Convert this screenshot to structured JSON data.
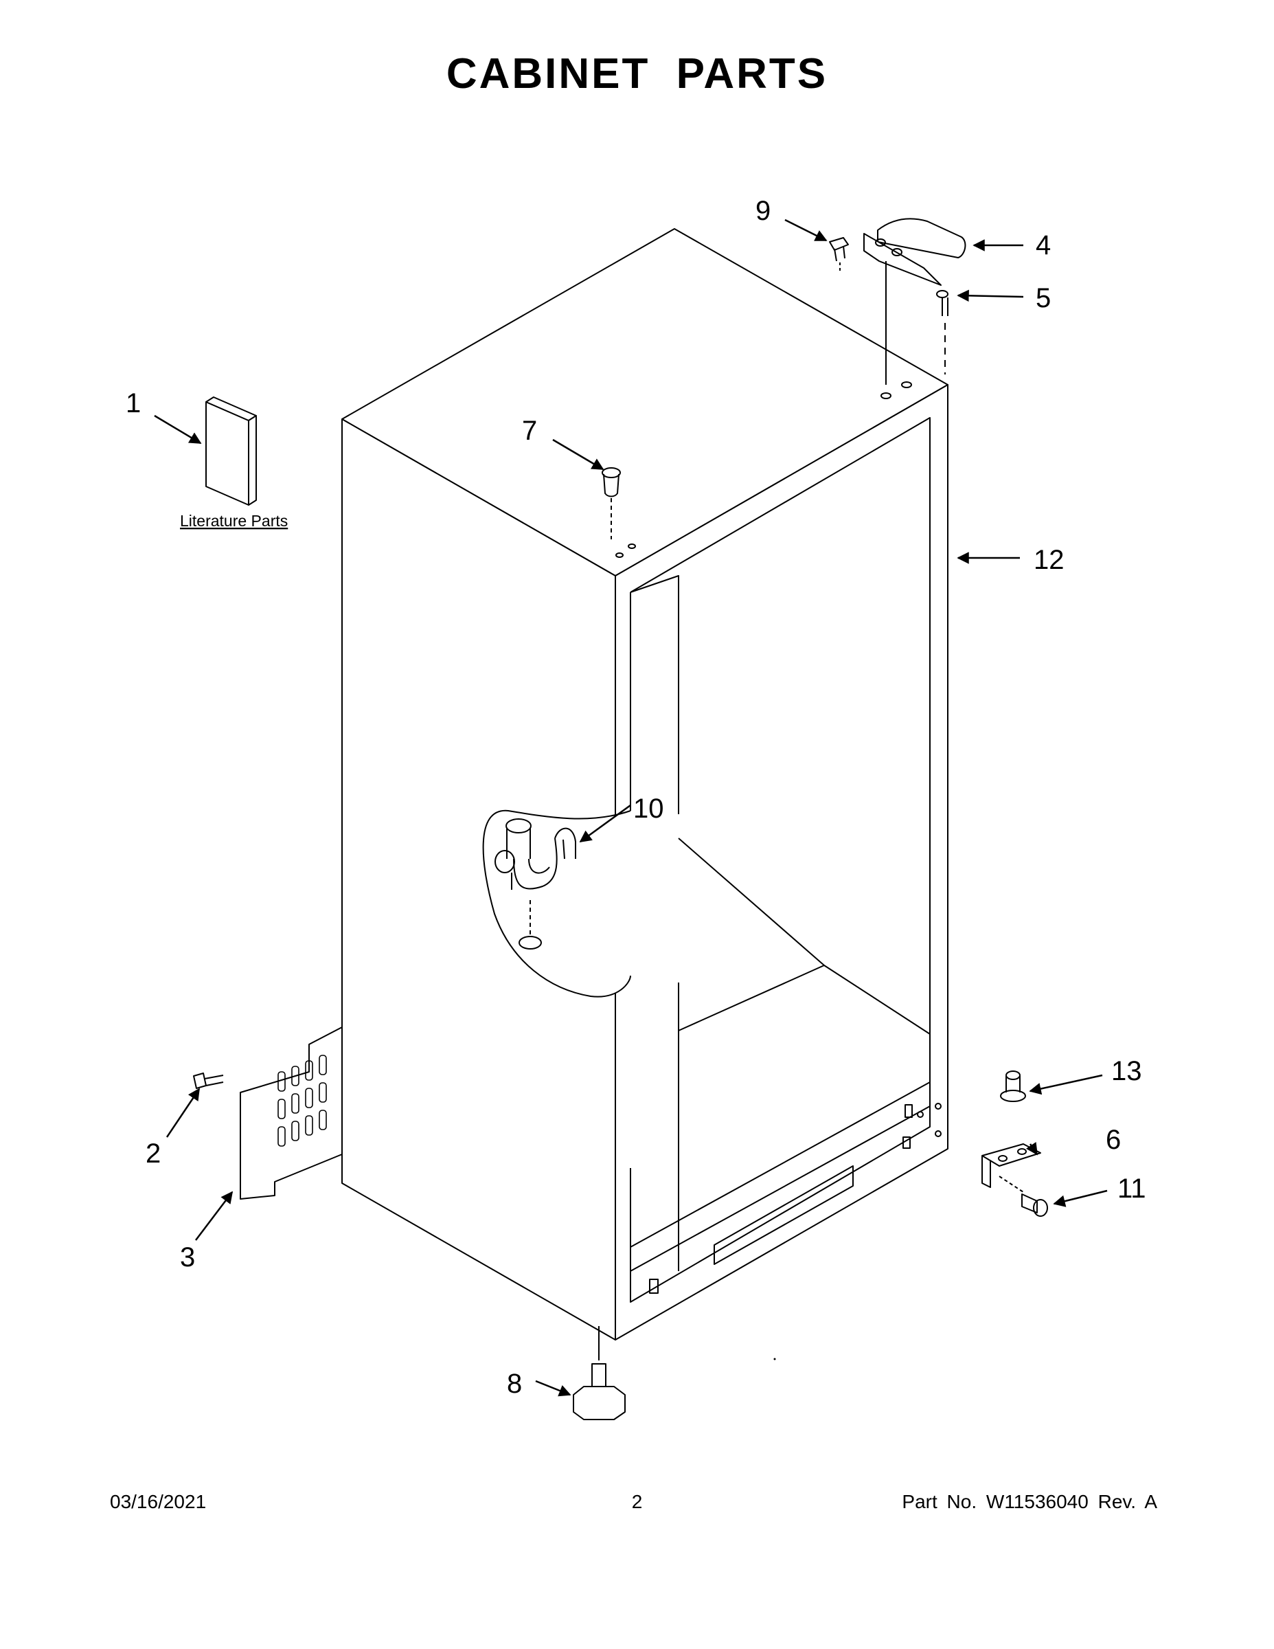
{
  "title": "CABINET PARTS",
  "diagram": {
    "literature_label": "Literature Parts",
    "callouts": [
      "1",
      "2",
      "3",
      "4",
      "5",
      "6",
      "7",
      "8",
      "9",
      "10",
      "11",
      "12",
      "13"
    ]
  },
  "footer": {
    "date": "03/16/2021",
    "page": "2",
    "part_number": "Part No.  W11536040  Rev.  A"
  }
}
